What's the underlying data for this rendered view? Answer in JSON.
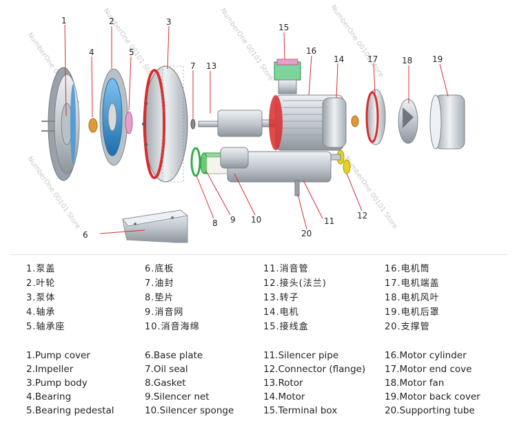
{
  "watermark": "NumberOne 00101 Store",
  "callouts": [
    "1",
    "2",
    "3",
    "4",
    "5",
    "6",
    "7",
    "8",
    "9",
    "10",
    "11",
    "12",
    "13",
    "14",
    "15",
    "16",
    "17",
    "18",
    "19",
    "20"
  ],
  "legend_cn": [
    "1.泵盖",
    "2.叶轮",
    "3.泵体",
    "4.轴承",
    "5.轴承座",
    "6.底板",
    "7.油封",
    "8.垫片",
    "9.消音网",
    "10.消音海绵",
    "11.消音管",
    "12.接头(法兰)",
    "13.转子",
    "14.电机",
    "15.接线盒",
    "16.电机筒",
    "17.电机端盖",
    "18.电机风叶",
    "19.电机后罩",
    "20.支撑管"
  ],
  "legend_en": [
    "1.Pump cover",
    "2.Impeller",
    "3.Pump body",
    "4.Bearing",
    "5.Bearing pedestal",
    "6.Base plate",
    "7.Oil seal",
    "8.Gasket",
    "9.Silencer net",
    "10.Silencer sponge",
    "11.Silencer pipe",
    "12.Connector (flange)",
    "13.Rotor",
    "14.Motor",
    "15.Terminal box",
    "16.Motor cylinder",
    "17.Motor end cove",
    "18.Motor fan",
    "19.Motor back cover",
    "20.Supporting tube"
  ],
  "colors": {
    "metal": "#c7ccd1",
    "metal_dark": "#8e959c",
    "red": "#d92c2c",
    "blue": "#2b86c8",
    "green": "#2fae4a",
    "yellow": "#e6d21e",
    "orange": "#e09a3a",
    "pink": "#e6a0c8"
  }
}
